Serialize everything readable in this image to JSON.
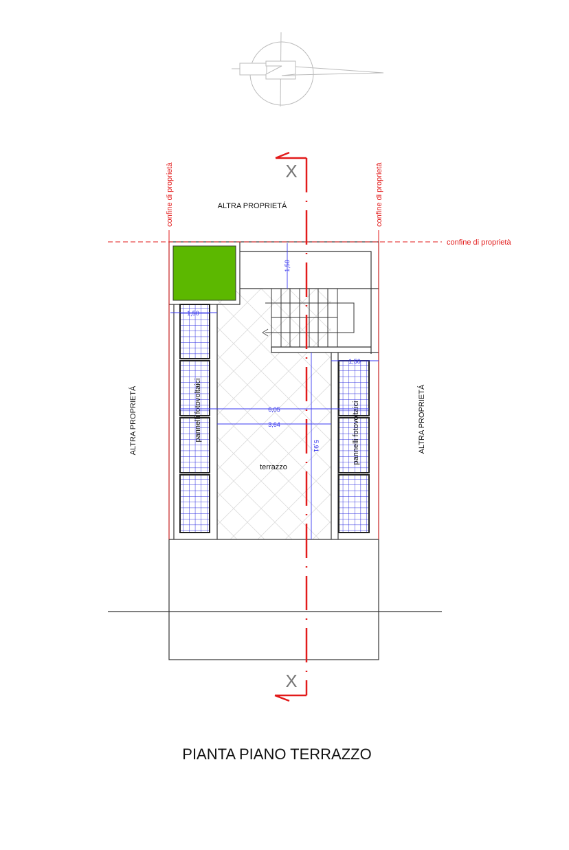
{
  "drawing": {
    "title": "PIANTA PIANO TERRAZZO",
    "neighbors": {
      "top": "ALTRA PROPRIETÁ",
      "left": "ALTRA PROPRIETÁ",
      "right": "ALTRA PROPRIETÁ"
    },
    "boundary_label": "confine di proprietà",
    "room_label": "terrazzo",
    "panels_label": "pannelli fotovoltaici",
    "section_marker": "X",
    "dimensions": {
      "landing_depth": "1,50",
      "left_panels_width": "1,50",
      "right_panels_width": "1,50",
      "overall_width": "6,05",
      "terrace_width": "3,64",
      "terrace_length": "5,91"
    },
    "colors": {
      "boundary": "#e21a1a",
      "dimension": "#3a3af0",
      "green_area": "#5cb800",
      "panel": "#2a2ae0"
    }
  }
}
